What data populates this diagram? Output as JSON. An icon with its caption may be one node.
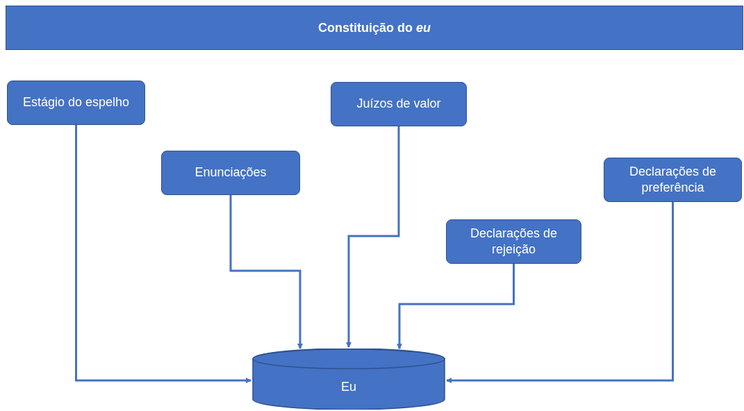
{
  "diagram": {
    "title": "Constituição do *eu*",
    "nodes": [
      {
        "text": [
          "Estágio do espelho"
        ]
      },
      {
        "text": [
          "Enunciações"
        ]
      },
      {
        "text": [
          "Juízos de valor"
        ]
      },
      {
        "text": [
          "Declarações de preferência"
        ]
      },
      {
        "text": [
          "Declarações de rejeição"
        ]
      },
      {
        "text": [
          "Eu"
        ]
      }
    ],
    "edges": [
      {
        "from": 0,
        "to": 5,
        "arrow": "to"
      },
      {
        "from": 1,
        "to": 5,
        "arrow": "to"
      },
      {
        "from": 2,
        "to": 5,
        "arrow": "to"
      },
      {
        "from": 3,
        "to": 5,
        "arrow": "to"
      },
      {
        "from": 4,
        "to": 5,
        "arrow": "to"
      }
    ]
  }
}
